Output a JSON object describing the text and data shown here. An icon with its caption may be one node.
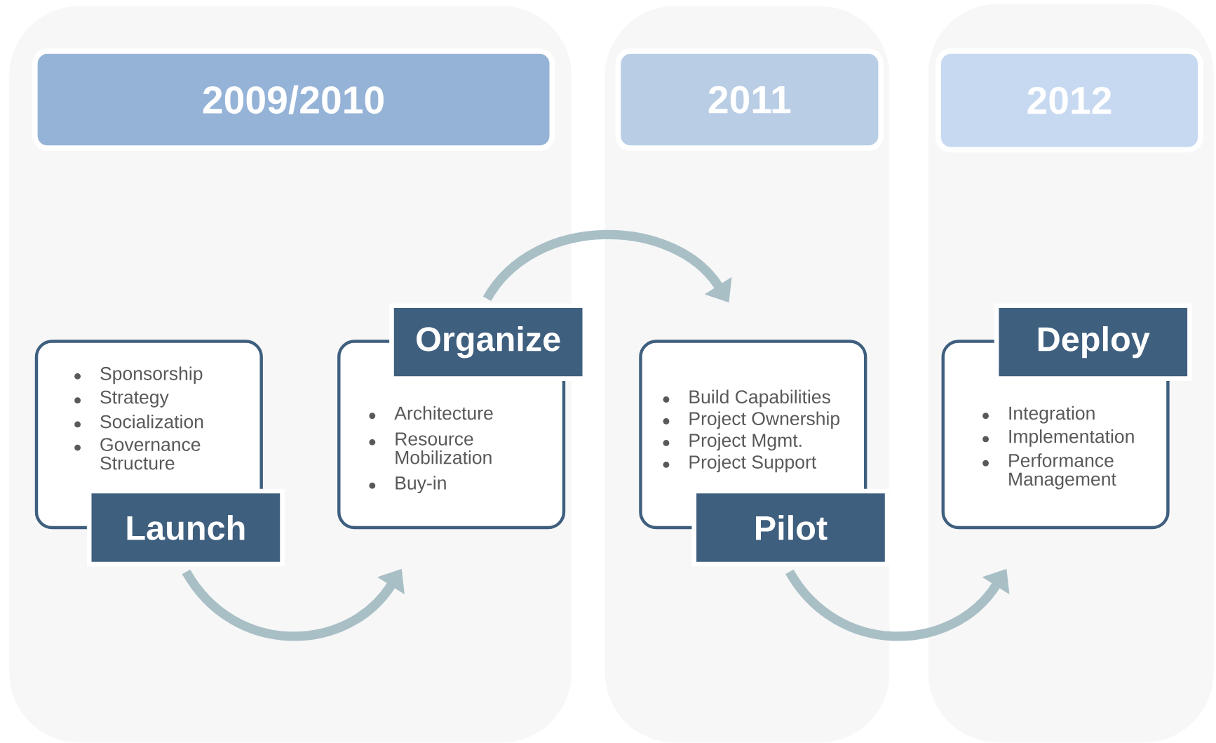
{
  "diagram": {
    "nodes": [
      {
        "text": [],
        "shape": "box"
      },
      {
        "text": [
          "2009/2010"
        ],
        "in": 0
      },
      {
        "text": [],
        "shape": "box"
      },
      {
        "text": [
          "2011"
        ],
        "in": 2
      },
      {
        "text": [],
        "shape": "box"
      },
      {
        "text": [
          "2012"
        ],
        "in": 4
      },
      {
        "text": [
          "Sponsorship",
          "Strategy",
          "Socialization",
          "Governance Structure",
          "Launch"
        ],
        "in": 0
      },
      {
        "text": [
          "Organize",
          "Architecture",
          "Resource Mobilization",
          "Buy-in"
        ],
        "in": 0
      },
      {
        "text": [
          "Build Capabilities",
          "Project Ownership",
          "Project Mgmt.",
          "Project Support",
          "Pilot"
        ],
        "in": 2
      },
      {
        "text": [
          "Deploy",
          "Integration",
          "Implementation",
          "Performance Management"
        ],
        "in": 4
      }
    ],
    "edges": [
      {
        "from": 6,
        "to": 7,
        "arrow": "to"
      },
      {
        "from": 7,
        "to": 8,
        "arrow": "to"
      },
      {
        "from": 8,
        "to": 9,
        "arrow": "to"
      }
    ]
  }
}
